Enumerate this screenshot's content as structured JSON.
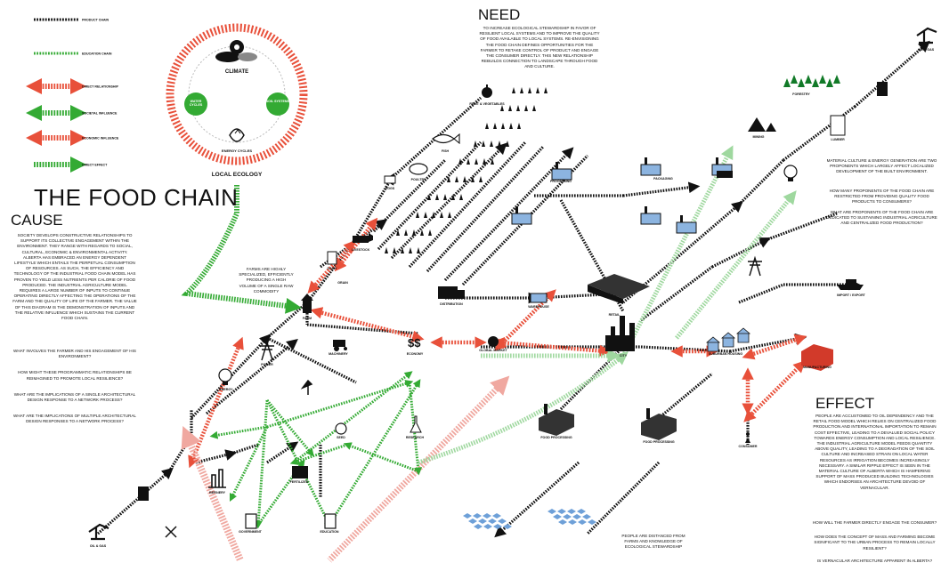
{
  "title": "THE FOOD CHAIN",
  "headings": {
    "cause": "CAUSE",
    "need": "NEED",
    "effect": "EFFECT"
  },
  "legend": [
    {
      "label": "PRODUCT CHAIN",
      "color": "#111111",
      "arrow": "none"
    },
    {
      "label": "EDUCATION CHAIN",
      "color": "#33aa33",
      "arrow": "none"
    },
    {
      "label": "DIRECT RELATIONSHIP",
      "color": "#e8503a",
      "arrow": "both"
    },
    {
      "label": "SOCIETAL INFLUENCE",
      "color": "#33aa33",
      "arrow": "both"
    },
    {
      "label": "ECONOMIC INFLUENCE",
      "color": "#e8503a",
      "arrow": "both"
    },
    {
      "label": "DIRECT EFFECT",
      "color": "#33aa33",
      "arrow": "right"
    }
  ],
  "cycle": {
    "top": "CLIMATE",
    "left": "WATER CYCLES",
    "right": "SOIL SYSTEMS",
    "bottom": "ENERGY CYCLES",
    "caption": "LOCAL ECOLOGY"
  },
  "colors": {
    "product": "#111111",
    "green": "#33aa33",
    "red": "#e8503a",
    "pink": "#f0a8a0",
    "lightgreen": "#9fd89f"
  },
  "cause_text": "SOCIETY DEVELOPS CONSTRUCTIVE RELATIONSHIPS TO SUPPORT ITS COLLECTIVE ENGAGEMENT WITHIN THE ENVIRONMENT. THEY RANGE WITH REGARDS TO SOCIAL, CULTURAL, ECONOMIC & ENVIRONMENTAL ACTIVITY. ALBERTA HAS EMBRACED AN ENERGY DEPENDENT LIFESTYLE WHICH ENTAILS THE PERPETUAL CONSUMPTION OF RESOURCES. AS SUCH, THE EFFICIENCY AND TECHNOLOGY OF THE INDUSTRIAL FOOD CHAIN MODEL HAS PROVEN TO YIELD LESS NUTRIENTS PER CALORIE OF FOOD PRODUCED. THE INDUSTRIAL AGRICULTURE MODEL REQUIRES A LARGE NUMBER OF INPUTS TO CONTINUE OPERATING DIRECTLY AFFECTING THE OPERATIONS OF THE FARM AND THE QUALITY OF LIFE OF THE FARMER. THE VALUE OF THIS DIAGRAM IS THE DEMONSTRATION OF INPUTS AND THE RELATIVE INFLUENCE WHICH SUSTAINS THE CURRENT FOOD CHAIN.",
  "cause_questions": [
    "WHAT INVOLVES THE FARMER AND HIS ENGAGEMENT OF HIS ENVIRONMENT?",
    "HOW MIGHT THESE PROGRAMMATIC RELATIONSHIPS BE REIMAGINED TO PROMOTE LOCAL RESILIENCE?",
    "WHAT ARE THE IMPLICATIONS OF A SINGLE ARCHITECTURAL DESIGN RESPONSE TO A NETWORK PROCESS?",
    "WHAT ARE THE IMPLICATIONS OF MULTIPLE ARCHITECTURAL DESIGN RESPONSES TO A NETWORK PROCESS?"
  ],
  "need_text": "TO INCREASE ECOLOGICAL STEWARDSHIP IN FAVOR OF RESILIENT LOCAL SYSTEMS AND TO IMPROVE THE QUALITY OF FOOD AVAILABLE TO LOCAL SYSTEMS. RE-ENVISIONING THE FOOD CHAIN DEFINES OPPORTUNITIES FOR THE FARMER TO RETAKE CONTROL OF PRODUCT AND ENGAGE THE CONSUMER DIRECTLY. THIS NEW RELATIONSHIP REBUILDS CONNECTION TO LANDSCAPE THROUGH FOOD AND CULTURE.",
  "effect_text": "PEOPLE ARE ACCUSTOMED TO OIL DEPENDENCY AND THE RETAIL FOOD MODEL WHICH RELIES ON CENTRALIZED FOOD PRODUCTION AND INTERNATIONAL IMPORTATION TO REMAIN COST EFFECTIVE, LEADING TO A DEVALUED SOCIAL POLICY TOWARDS ENERGY CONSUMPTION AND LOCAL RESILIENCE. THE INDUSTRIAL AGRICULTURE MODEL FEEDS QUANTITY ABOVE QUALITY, LEADING TO A DEGRADATION OF THE SOIL CULTURE AND INCREASED STRAIN ON LOCAL WATER RESOURCES AS IRRIGATION BECOMES INCREASINGLY NECESSARY. A SIMILAR RIPPLE EFFECT IS SEEN IN THE MATERIAL CULTURE OF ALBERTA WHICH IS HAMPERING SUPPORT OF MASS PRODUCED BUILDING TECHNOLOGIES WHICH ENDORSES AN ARCHITECTURE DEVOID OF VERNACULAR.",
  "effect_questions": [
    "HOW WILL THE FARMER DIRECTLY ENGAGE THE CONSUMER?",
    "HOW DOES THE CONCEPT OF MASS AND FARMING BECOME SIGNIFICANT TO THE URBAN PROCESS TO REMAIN LOCALLY RESILIENT?",
    "IS VERNACULAR ARCHITECTURE APPARENT IN ALBERTA?"
  ],
  "right_text_1": "MATERIAL CULTURE & ENERGY GENERATION ARE TWO PROPONENTS WHICH LARGELY AFFECT LOCALIZED DEVELOPMENT OF THE BUILT ENVIRONMENT.",
  "right_text_2": "HOW MANY PROPONENTS OF THE FOOD CHAIN ARE RESTRICTED FROM PROVIDING QUALITY FOOD PRODUCTS TO CONSUMERS?",
  "right_text_3": "WHAT ARE PROPONENTS OF THE FOOD CHAIN ARE DEDICATED TO SUSTAINING INDUSTRIAL AGRICULTURE AND CENTRALIZED FOOD PRODUCTION?",
  "farms_note": "FARMS ARE HIGHLY SPECIALIZED, EFFICIENTLY PRODUCING A HIGH VOLUME OF A SINGLE RAW COMMODITY",
  "people_note": "PEOPLE ARE DISTANCED FROM FARMS AND KNOWLEDGE OF ECOLOGICAL STEWARDSHIP",
  "node_labels": {
    "fruit": "FRUIT & VEGETABLES",
    "fish": "FISH",
    "poultry": "POULTRY",
    "eggs": "EGGS",
    "livestock": "LIVESTOCK",
    "dairy": "DAIRY",
    "grain": "GRAIN",
    "farm": "FARM",
    "distribution": "DISTRIBUTION",
    "warehouse": "WAREHOUSE",
    "retail": "RETAIL",
    "city": "CITY",
    "consumer": "CONSUMER",
    "economy": "ECONOMY",
    "world": "GLOBAL MARKET",
    "oil_left": "OIL & GAS",
    "oil_right": "OIL & GAS",
    "refinery": "REFINERY",
    "power": "POWER",
    "energy": "ENERGY",
    "forestry": "FORESTRY",
    "mining": "MINING",
    "lumber": "LUMBER",
    "processing": "PROCESSING",
    "packaging": "PACKAGING",
    "fertilizer": "FERTILIZER",
    "machinery": "MACHINERY",
    "seed": "SEED",
    "research": "RESEARCH",
    "government": "GOVERNMENT",
    "education": "EDUCATION",
    "suburb": "SUBURBAN HOUSING",
    "factory_left": "FOOD PROCESSING",
    "factory_right": "FOOD PROCESSING",
    "ship": "IMPORT / EXPORT",
    "manufacturing": "MANUFACTURING"
  }
}
